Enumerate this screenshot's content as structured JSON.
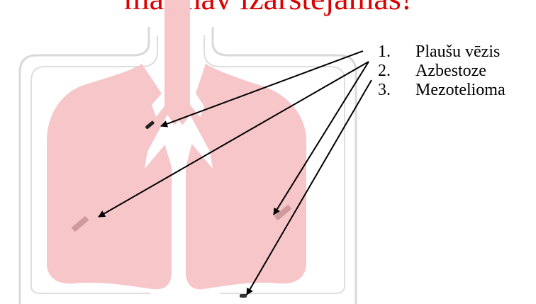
{
  "title": {
    "text": "mas nav izārstējamas!",
    "color": "#dd0000"
  },
  "colors": {
    "lung_fill": "#f7c6c9",
    "outline": "#d9d9d9",
    "arrow": "#000000",
    "particle_dark": "#222222",
    "particle_pink": "#cf9a9a"
  },
  "legend": [
    {
      "num": "1.",
      "label": "Plaušu vēzis"
    },
    {
      "num": "2.",
      "label": "Azbestoze"
    },
    {
      "num": "3.",
      "label": "Mezotelioma"
    }
  ]
}
